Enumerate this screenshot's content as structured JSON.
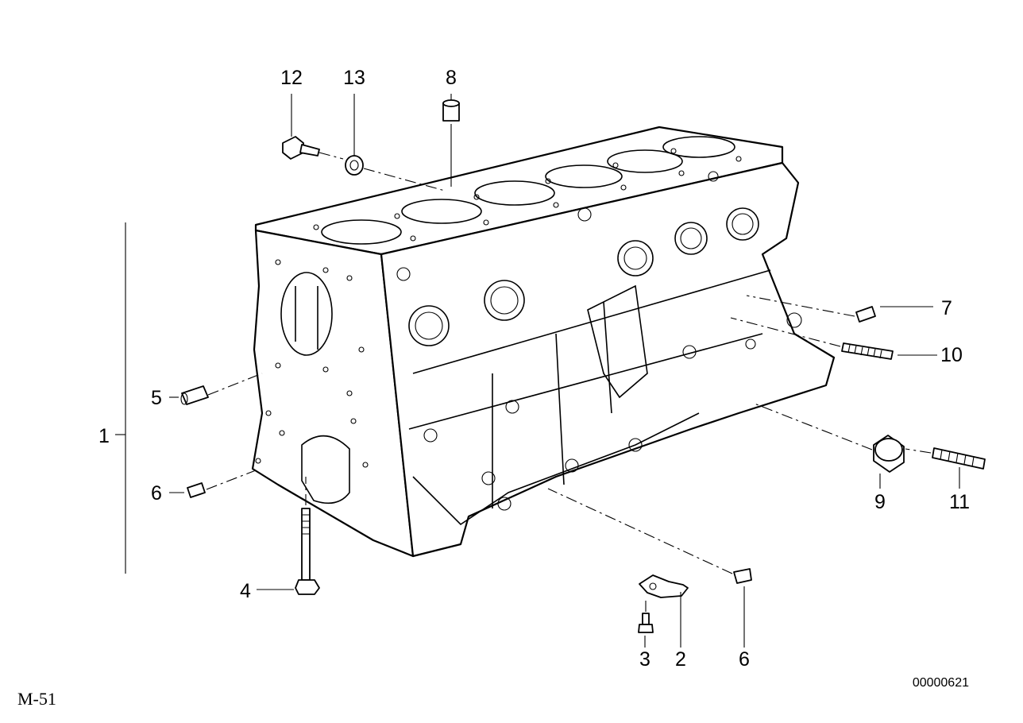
{
  "diagram": {
    "callouts": {
      "c1": "1",
      "c2": "2",
      "c3": "3",
      "c4": "4",
      "c5": "5",
      "c6a": "6",
      "c6b": "6",
      "c7": "7",
      "c8": "8",
      "c9": "9",
      "c10": "10",
      "c11": "11",
      "c12": "12",
      "c13": "13"
    },
    "corner_left": "M-51",
    "corner_right": "00000621"
  }
}
